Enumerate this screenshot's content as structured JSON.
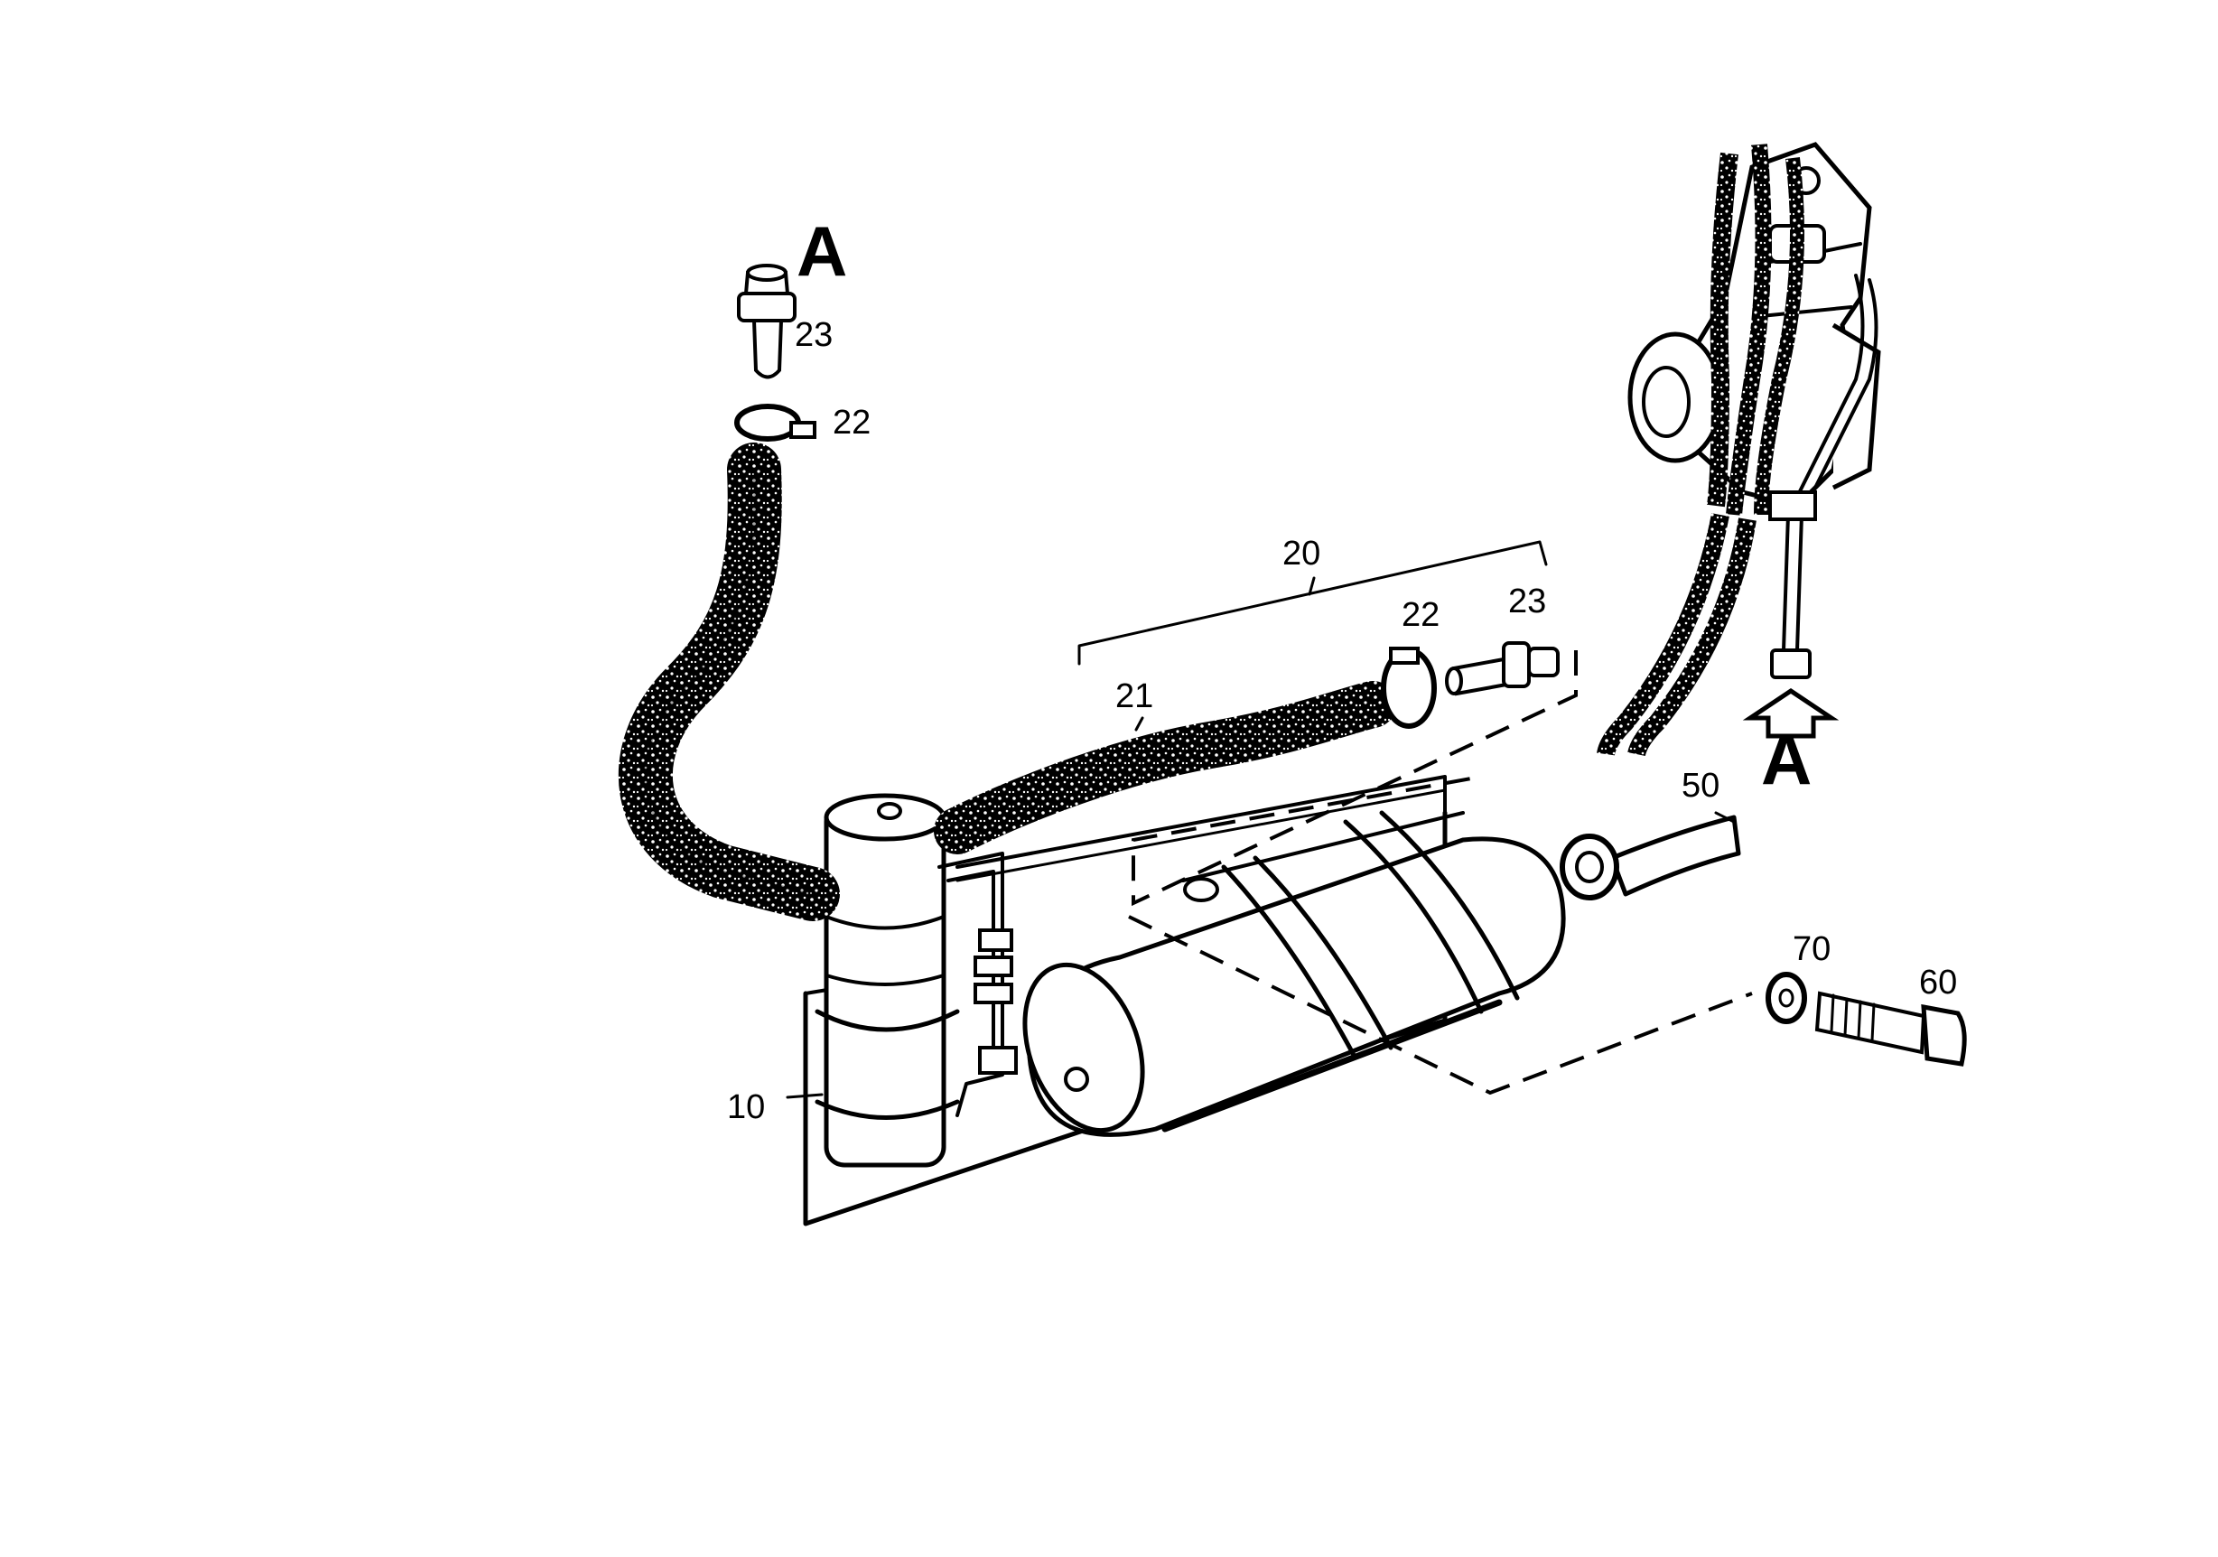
{
  "view_markers": {
    "top": "A",
    "arrow": "A"
  },
  "callouts": {
    "assembly": "20",
    "hose": "21",
    "clamp_top": "22",
    "clamp_mid": "22",
    "nipple_top": "23",
    "nipple_mid": "23",
    "bracket": "10",
    "pipe": "50",
    "bolt": "60",
    "washer": "70"
  },
  "colors": {
    "ink": "#000000",
    "paper": "#ffffff"
  }
}
